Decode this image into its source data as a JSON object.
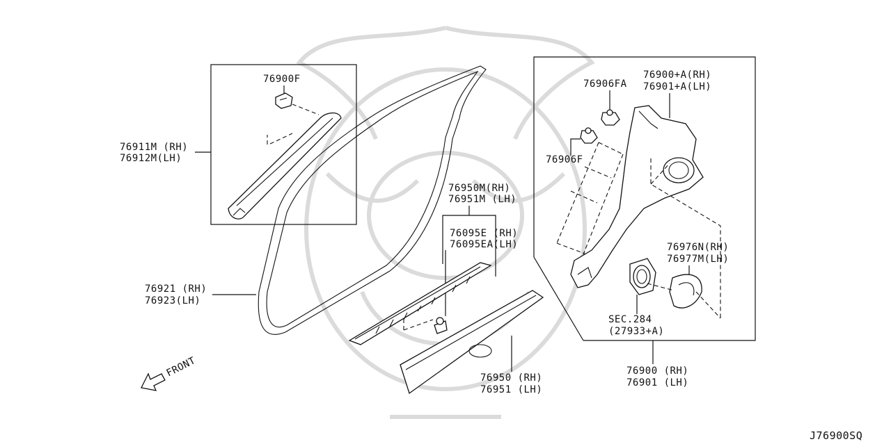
{
  "diagram_id": "J76900SQ",
  "callouts": {
    "c76900F_top": "76900F",
    "c76911M": "76911M (RH)",
    "c76912M": "76912M(LH)",
    "c76921": "76921 (RH)",
    "c76923": "76923(LH)",
    "c76950M": "76950M(RH)",
    "c76951M": "76951M (LH)",
    "c76095E": "76095E  (RH)",
    "c76095EA": "76095EA(LH)",
    "c76950": "76950 (RH)",
    "c76951": "76951 (LH)",
    "c76906FA": "76906FA",
    "c76906F": "76906F",
    "c76900A": "76900+A(RH)",
    "c76901A": "76901+A(LH)",
    "c76976N": "76976N(RH)",
    "c76977M": "76977M(LH)",
    "cSEC284": "SEC.284",
    "c27933A": "(27933+A)",
    "c76900": "76900 (RH)",
    "c76901": "76901 (LH)",
    "front": "FRONT"
  }
}
